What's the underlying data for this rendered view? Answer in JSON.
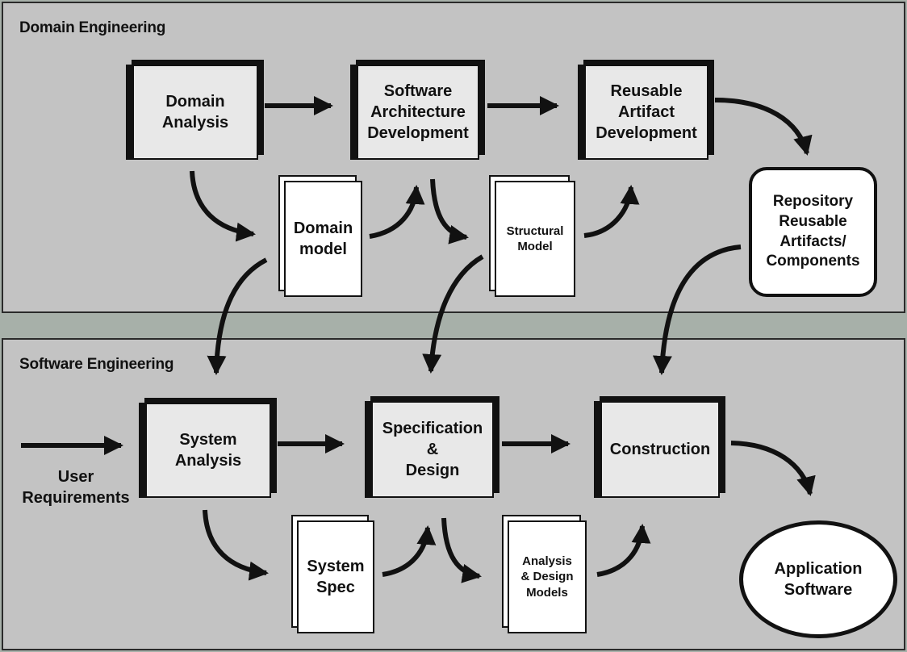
{
  "domain_engineering": {
    "title": "Domain Engineering",
    "domain_analysis": "Domain\nAnalysis",
    "software_architecture_development": "Software\nArchitecture\nDevelopment",
    "reusable_artifact_development": "Reusable\nArtifact\nDevelopment",
    "domain_model": "Domain\nmodel",
    "structural_model": "Structural\nModel",
    "repository": "Repository\nReusable\nArtifacts/\nComponents"
  },
  "software_engineering": {
    "title": "Software Engineering",
    "system_analysis": "System\nAnalysis",
    "specification_design": "Specification\n&\nDesign",
    "construction": "Construction",
    "system_spec": "System\nSpec",
    "analysis_design_models": "Analysis\n& Design\nModels",
    "application_software": "Application\nSoftware",
    "user_requirements": "User\nRequirements"
  }
}
